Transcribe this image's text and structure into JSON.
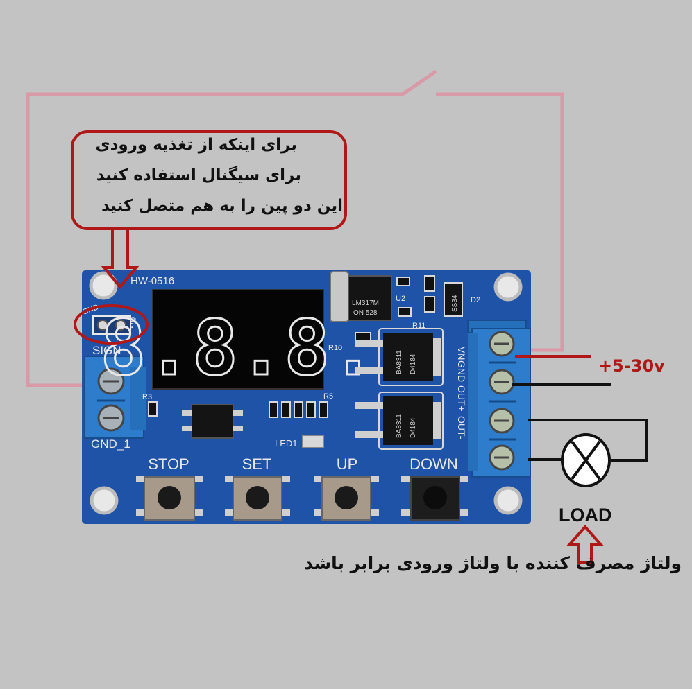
{
  "diagram": {
    "note_top": {
      "lines": [
        "برای اینکه از تغذیه ورودی",
        "برای سیگنال استفاده کنید",
        "این دو پین را به هم متصل کنید"
      ]
    },
    "board": {
      "model_label": "HW-0516",
      "display_digits": "8.8.8.",
      "jumper_labels": {
        "gnd": "GND",
        "vin": "VIN"
      },
      "signal_label": "SIGN",
      "ground_label": "GND_1",
      "buttons": [
        "STOP",
        "SET",
        "UP",
        "DOWN"
      ],
      "led_label": "LED1",
      "terminal_labels": [
        "VN",
        "GND",
        "OUT+",
        "OUT-"
      ],
      "regulator_text": [
        "LM317M",
        "ON 528"
      ],
      "mosfet_text": [
        "D4184",
        "BA8311"
      ],
      "component_refs": [
        "R10",
        "R11",
        "R5",
        "R3",
        "U2",
        "D2",
        "SS34"
      ]
    },
    "supply_label": "+5-30v",
    "load_label": "LOAD",
    "note_bottom": "ولتاژ مصرف کننده با ولتاژ ورودی برابر باشد",
    "colors": {
      "background": "#c3c3c3",
      "pcb": "#1f53a8",
      "terminal_blue": "#2d7dcc",
      "annotation_red": "#b01818",
      "wire_pink": "#d999a6",
      "wire_black": "#111111",
      "display_digits": "#e8e8e8"
    }
  }
}
